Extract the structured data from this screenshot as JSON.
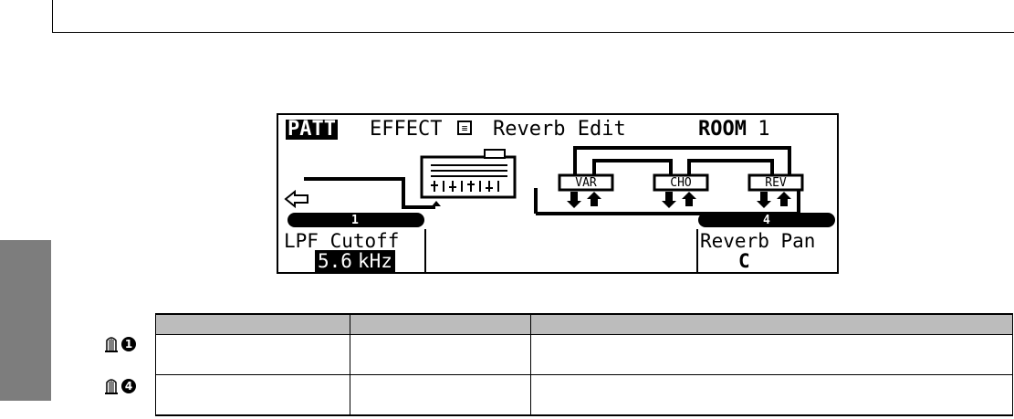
{
  "lcd": {
    "mode_badge": "PATT",
    "screen_title": "EFFECT",
    "title_icon": "page-icon",
    "edit_name": "Reverb Edit",
    "type_bold": "ROOM",
    "type_rest": " 1",
    "blocks": {
      "var": "VAR",
      "cho": "CHO",
      "rev": "REV"
    },
    "knob_labels": {
      "left": "1",
      "right": "4"
    },
    "param_left": {
      "name": "LPF Cutoff",
      "value_inv": "5.6",
      "value_unit": "kHz"
    },
    "param_right": {
      "name": "Reverb Pan",
      "value": "C"
    },
    "icons": {
      "back": "left-arrow-icon",
      "mixer": "mixer-icon"
    }
  },
  "table": {
    "rows": [
      {
        "knob_icon": "knob-icon",
        "knob_number": "1"
      },
      {
        "knob_icon": "knob-icon",
        "knob_number": "4"
      }
    ]
  }
}
